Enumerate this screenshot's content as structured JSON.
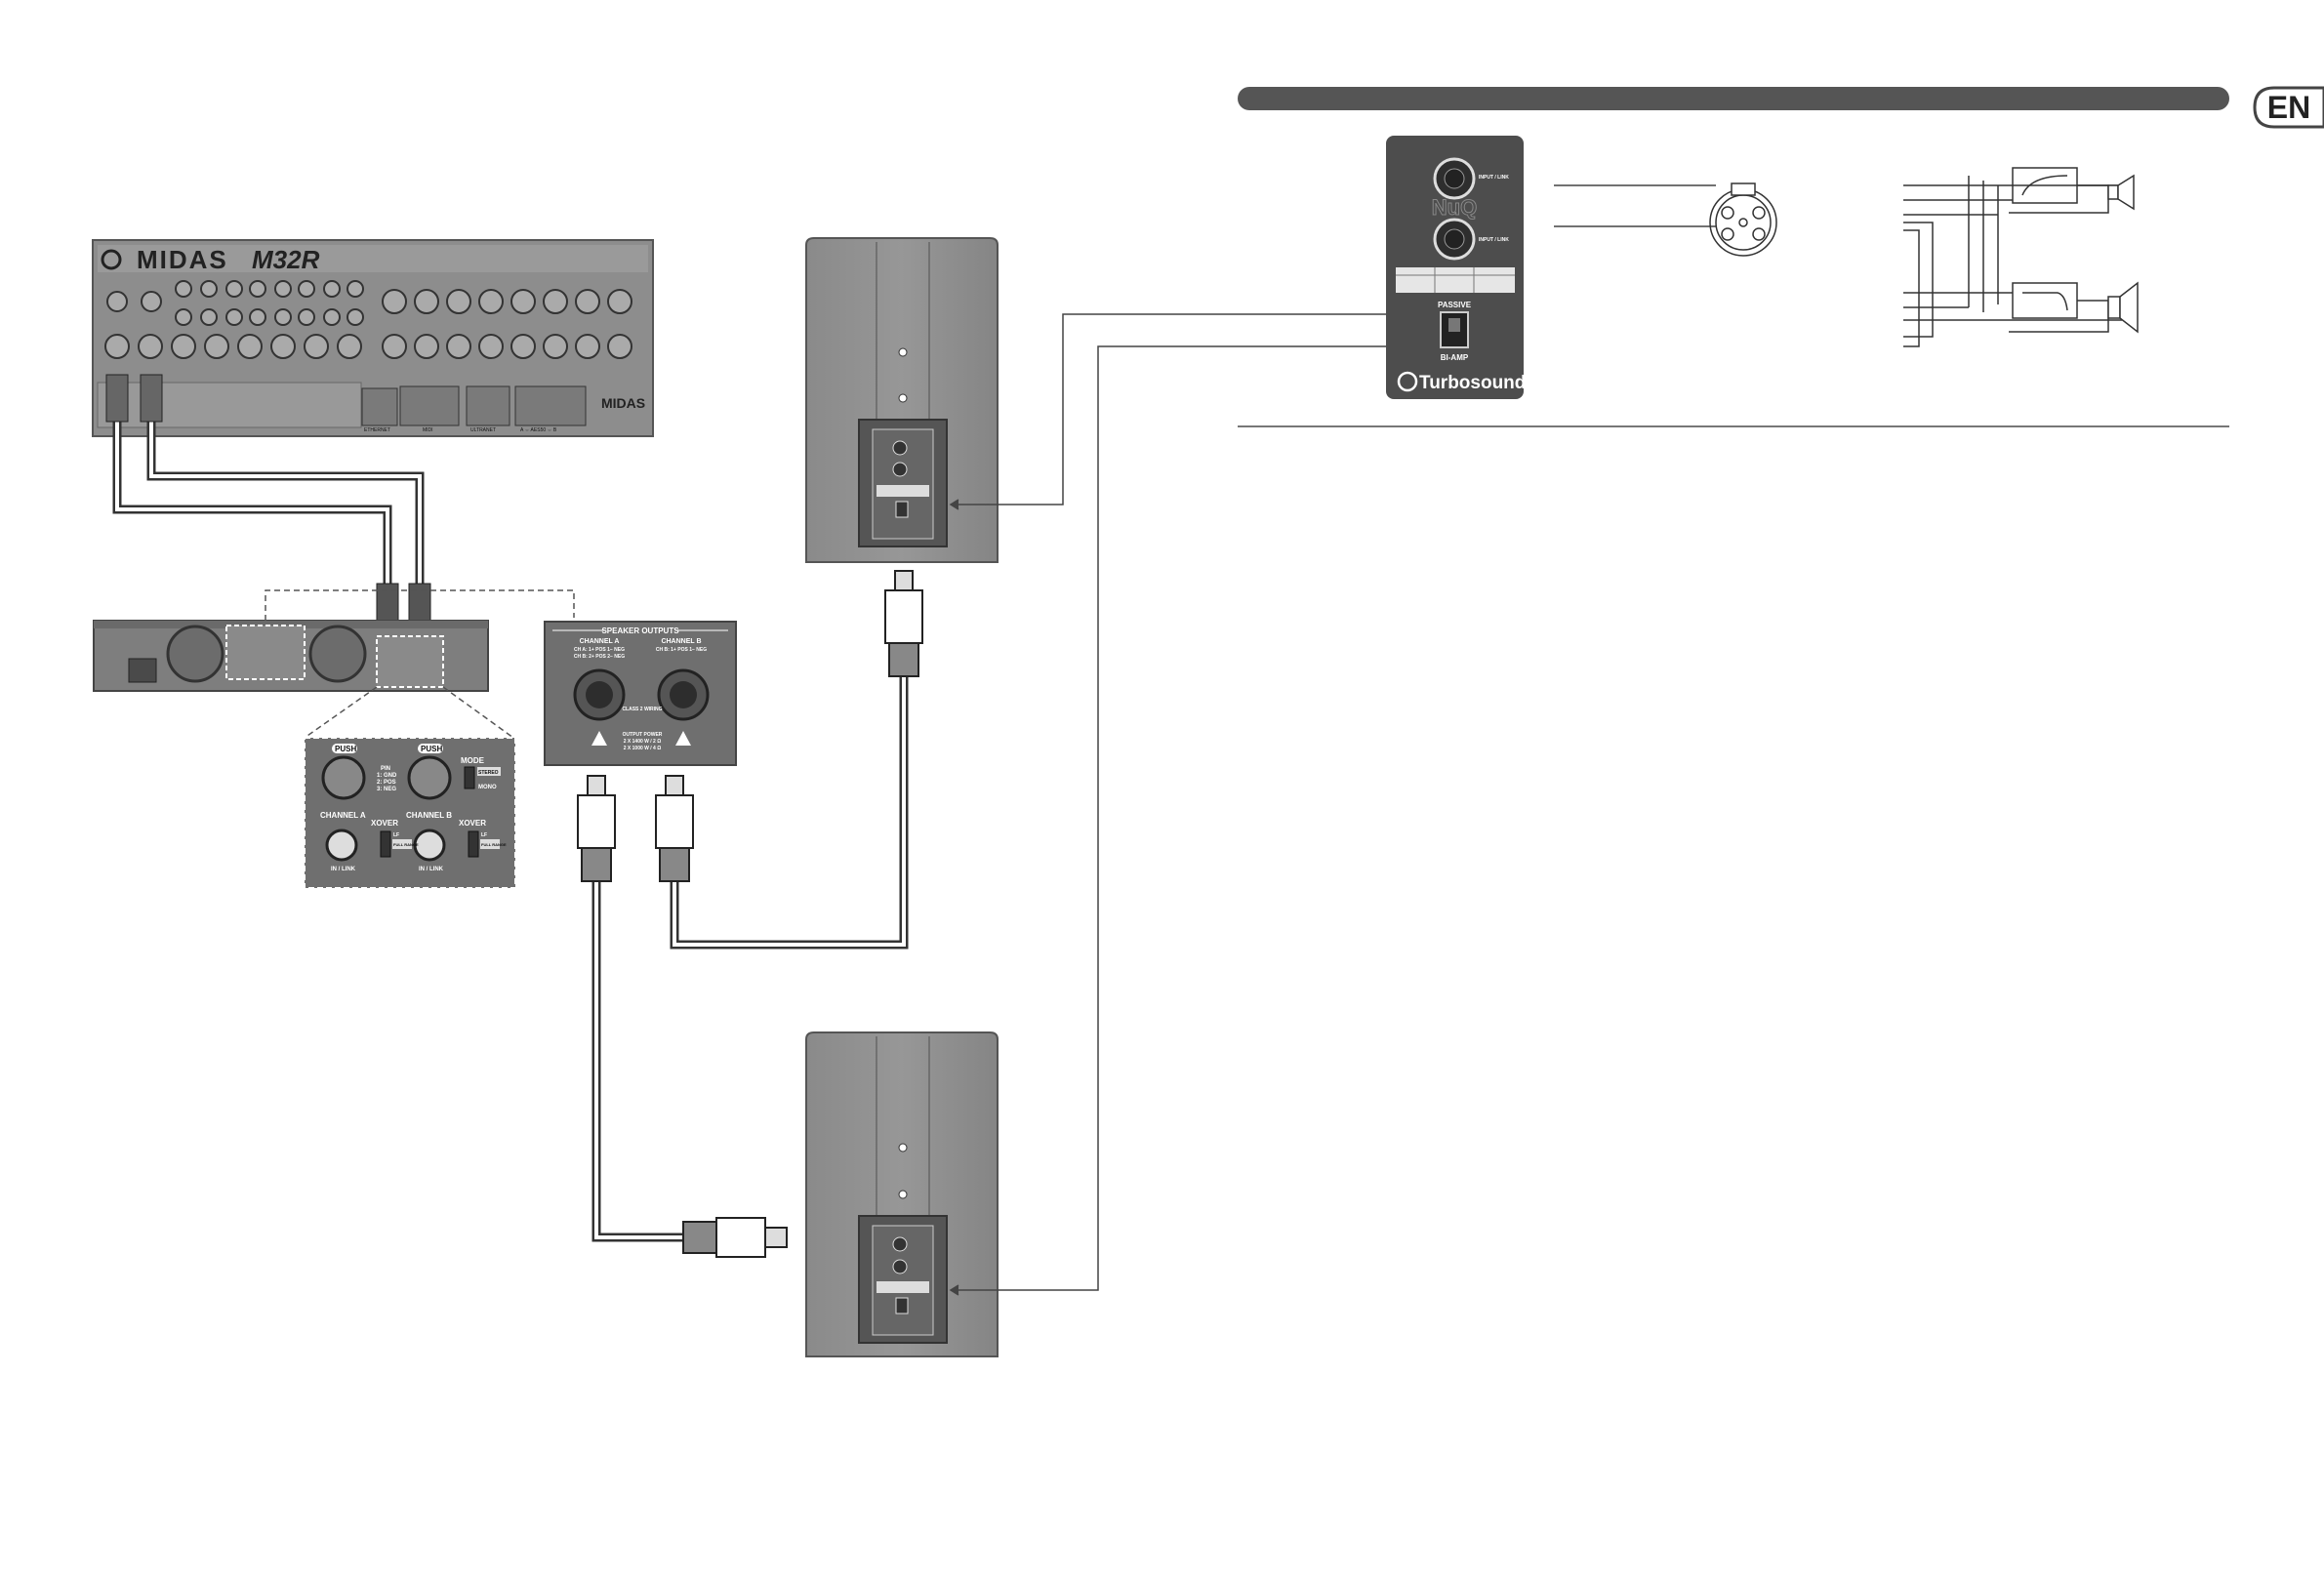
{
  "language_tab": "EN",
  "mixer": {
    "brand": "MIDAS",
    "model": "M32R",
    "port_labels": [
      "ETHERNET",
      "MIDI",
      "ULTRANET",
      "A ⇔ AES50 ⇔ B"
    ]
  },
  "amplifier_rear": {
    "section_title": "SPEAKER OUTPUTS",
    "channel_a": "CHANNEL A",
    "channel_a_wiring": "CH A: 1+ POS 1− NEG",
    "channel_a_wiring_2": "CH B: 2+ POS 2− NEG",
    "channel_b": "CHANNEL B",
    "channel_b_wiring": "CH B: 1+ POS 1− NEG",
    "class": "CLASS 2 WIRING",
    "output_power_title": "OUTPUT POWER",
    "output_power_1": "2 X 1400 W / 2 Ω",
    "output_power_2": "2 X 1000 W / 4 Ω"
  },
  "input_panel": {
    "push_a": "PUSH",
    "push_b": "PUSH",
    "pin_1": "PIN",
    "pin_2": "1: GND",
    "pin_3": "2: POS",
    "pin_4": "3: NEG",
    "mode": "MODE",
    "mode_stereo": "STEREO",
    "mode_mono": "MONO",
    "channel_a": "CHANNEL A",
    "channel_b": "CHANNEL B",
    "xover_a": "XOVER",
    "xover_b": "XOVER",
    "link_a": "IN / LINK",
    "link_b": "IN / LINK",
    "lf": "LF",
    "full_range": "FULL RANGE"
  },
  "speaker_panel": {
    "input_1": "INPUT / LINK",
    "input_2": "INPUT / LINK",
    "logo": "NuQ",
    "passive": "PASSIVE",
    "biamp": "BI-AMP",
    "brand": "Turbosound"
  },
  "colors": {
    "device_gray": "#8c8c8c",
    "panel_dark": "#4d4d4d",
    "header_bar": "#555555",
    "cable_outline": "#3a3a3a"
  }
}
